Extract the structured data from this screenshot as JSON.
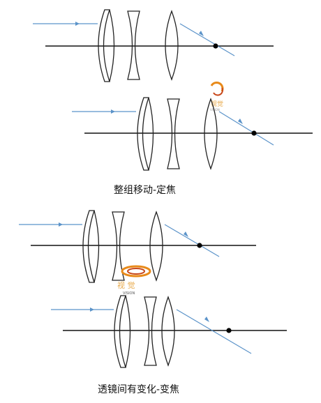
{
  "captions": {
    "fixed_focus": "整组移动-定焦",
    "zoom": "透镜间有变化-变焦"
  },
  "colors": {
    "ray": "#5b93c9",
    "lens_stroke": "#222222",
    "axis": "#111111",
    "watermark_orange": "#e88a1a"
  },
  "watermark": {
    "text_cn": "视觉",
    "text_en": "VISION"
  }
}
